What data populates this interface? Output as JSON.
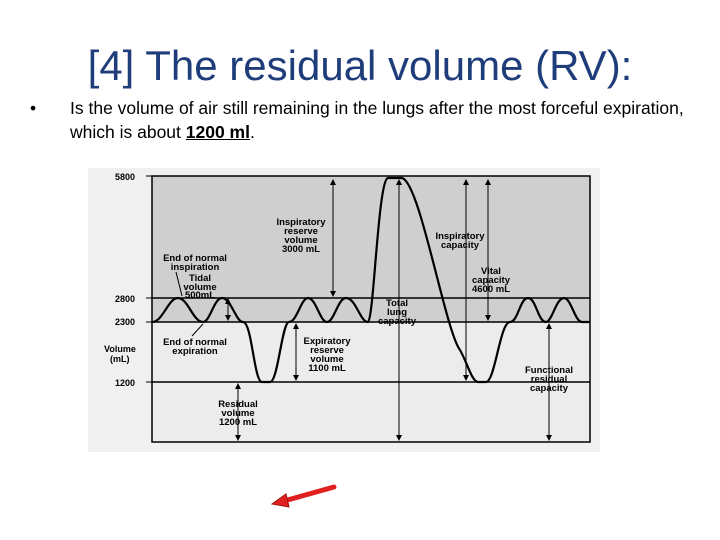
{
  "slide": {
    "title": "[4] The residual volume (RV):",
    "bullet_symbol": "•",
    "bullet_text_before": "Is the volume of air still remaining in the lungs after the most forceful expiration, which is about ",
    "bullet_text_bold": "1200 ml",
    "bullet_text_after": "."
  },
  "diagram": {
    "y_axis_title_line1": "Volume",
    "y_axis_title_line2": "(mL)",
    "ticks": [
      "5800",
      "2800",
      "2300",
      "1200"
    ],
    "labels": {
      "irv": [
        "Inspiratory",
        "reserve",
        "volume",
        "3000 mL"
      ],
      "ic": [
        "Inspiratory",
        "capacity"
      ],
      "end_insp": [
        "End of normal",
        "inspiration"
      ],
      "tidal": [
        "Tidal",
        "volume",
        "500mL"
      ],
      "vc": [
        "Vital",
        "capacity",
        "4600 mL"
      ],
      "tlc": [
        "Total",
        "lung",
        "capacity"
      ],
      "end_exp": [
        "End of normal",
        "expiration"
      ],
      "erv": [
        "Expiratory",
        "reserve",
        "volume",
        "1100 mL"
      ],
      "frc": [
        "Functional",
        "residual",
        "capacity"
      ],
      "rv": [
        "Residual",
        "volume",
        "1200 mL"
      ]
    },
    "colors": {
      "upper_shading": "#cfcfcf",
      "lower_shading": "#ececec",
      "arrow": "#e0201e"
    }
  }
}
